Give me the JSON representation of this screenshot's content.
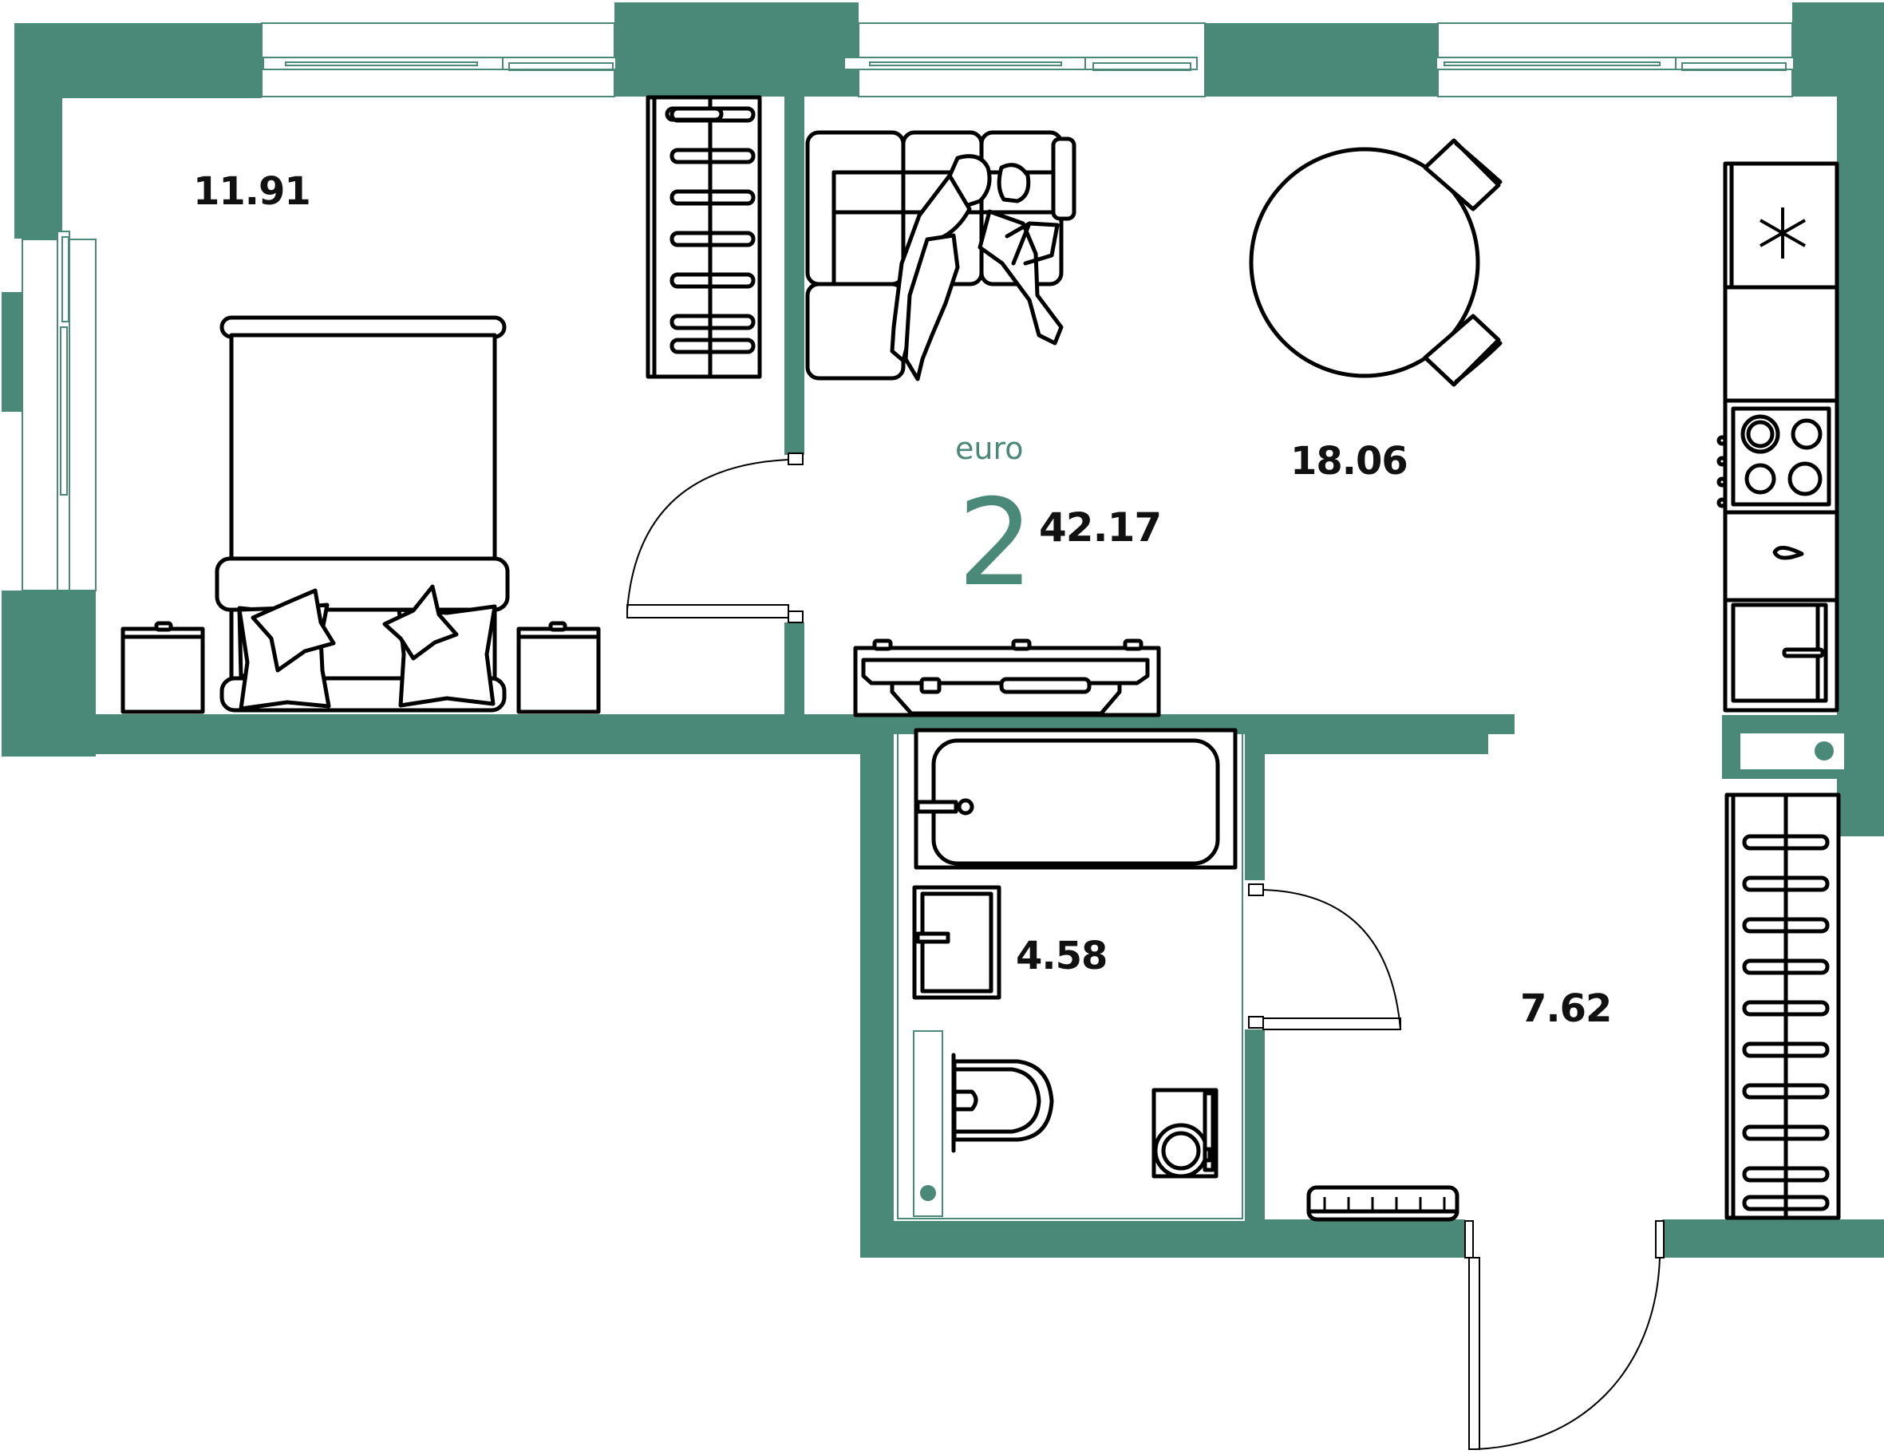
{
  "plan": {
    "apartment_type": "euro",
    "rooms_count": "2",
    "total_area": "42.17",
    "wall_color": "#4a8877"
  },
  "rooms": [
    {
      "name": "bedroom",
      "area": "11.91"
    },
    {
      "name": "kitchen-living",
      "area": "18.06"
    },
    {
      "name": "bathroom",
      "area": "4.58"
    },
    {
      "name": "hallway",
      "area": "7.62"
    }
  ],
  "icons": {
    "fridge": "snowflake-icon",
    "stove": "cooktop-icon",
    "sink": "sink-icon"
  }
}
